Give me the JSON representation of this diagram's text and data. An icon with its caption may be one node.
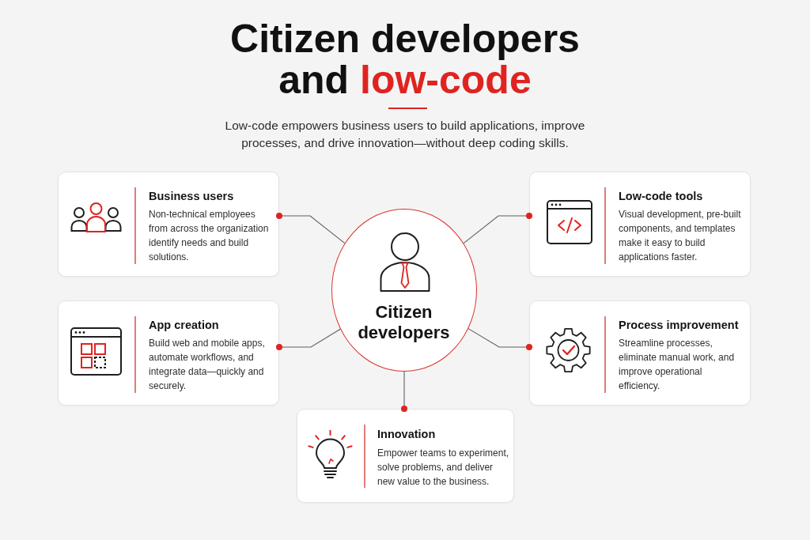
{
  "diagram": {
    "title": "Citizen developers and **low-code**",
    "nodes": [
      {
        "text": [
          "Business users",
          "Non-technical employees from across the organization identify needs and build solutions."
        ]
      },
      {
        "text": [
          "Low-code tools",
          "Visual development, pre-built components, and templates make it easy to build applications faster."
        ]
      },
      {
        "text": [
          "Citizen developers"
        ]
      },
      {
        "text": [
          "App creation",
          "Build web and mobile apps, automate workflows, and integrate data—quickly and securely."
        ]
      },
      {
        "text": [
          "Process improvement",
          "Streamline processes, eliminate manual work, and improve operational efficiency."
        ]
      },
      {
        "text": [
          "Innovation",
          "Empower teams to experiment, solve problems, and deliver new value to the business."
        ]
      }
    ],
    "edges": [
      {
        "from": 2,
        "to": 0,
        "arrow": "other"
      },
      {
        "from": 2,
        "to": 1,
        "arrow": "other"
      },
      {
        "from": 2,
        "to": 3,
        "arrow": "other"
      },
      {
        "from": 2,
        "to": 4,
        "arrow": "other"
      },
      {
        "from": 2,
        "to": 5,
        "arrow": "other"
      }
    ],
    "labels": [
      "Low-code empowers business users to build applications, improve processes, and drive innovation—without deep coding skills."
    ]
  }
}
